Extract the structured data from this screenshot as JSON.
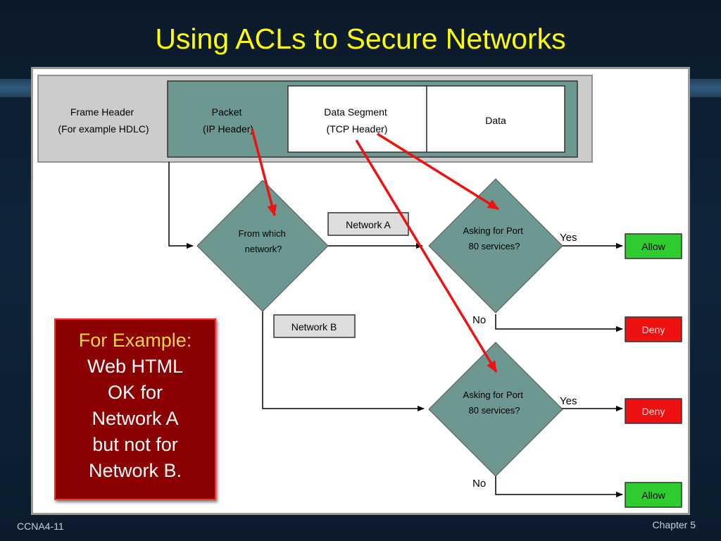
{
  "slide": {
    "title": "Using ACLs to Secure Networks",
    "footer_left": "CCNA4-11",
    "footer_right": "Chapter 5"
  },
  "diagram": {
    "frame_header": [
      "Frame Header",
      "(For example HDLC)"
    ],
    "packet": [
      "Packet",
      "(IP Header)"
    ],
    "data_segment": [
      "Data Segment",
      "(TCP Header)"
    ],
    "data": "Data",
    "decision_network": [
      "From which",
      "network?"
    ],
    "network_a": "Network A",
    "network_b": "Network B",
    "decision_port_top": [
      "Asking for Port",
      "80 services?"
    ],
    "decision_port_bottom": [
      "Asking for Port",
      "80 services?"
    ],
    "yes_label": "Yes",
    "no_label": "No",
    "allow": "Allow",
    "deny": "Deny"
  },
  "example": {
    "heading": "For Example:",
    "lines": [
      "Web HTML",
      "OK for",
      "Network A",
      "but not for",
      "Network B."
    ]
  },
  "colors": {
    "title": "#ffff00",
    "decision_fill": "#6d9791",
    "header_gray": "#cccccc",
    "allow_green": "#2ecc2e",
    "deny_red": "#ee1111",
    "arrow_red": "#ee1111",
    "example_bg": "#8b0000",
    "example_heading": "#ffd54a"
  }
}
